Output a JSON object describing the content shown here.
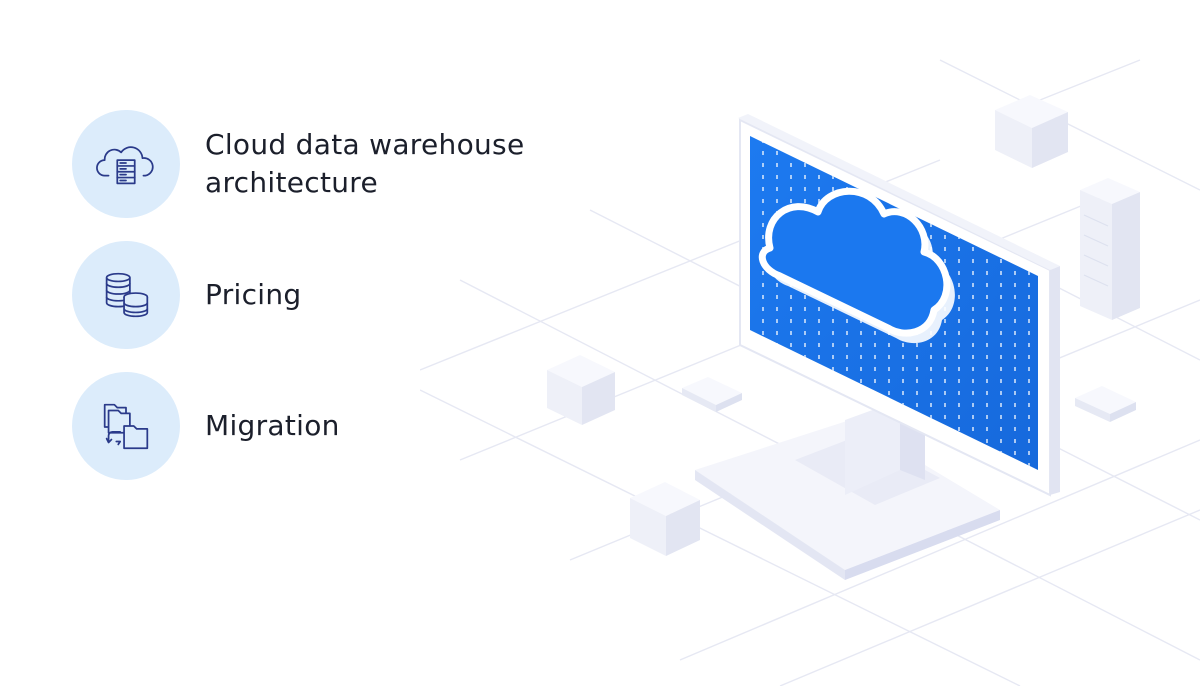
{
  "items": [
    {
      "label": "Cloud data warehouse\narchitecture",
      "icon": "cloud-server-icon"
    },
    {
      "label": "Pricing",
      "icon": "coins-stack-icon"
    },
    {
      "label": "Migration",
      "icon": "file-transfer-icon"
    }
  ],
  "colors": {
    "badge": "#dcecfb",
    "icon_stroke": "#2a3a8a",
    "screen": "#1d7af0",
    "text": "#1b1f2b"
  }
}
